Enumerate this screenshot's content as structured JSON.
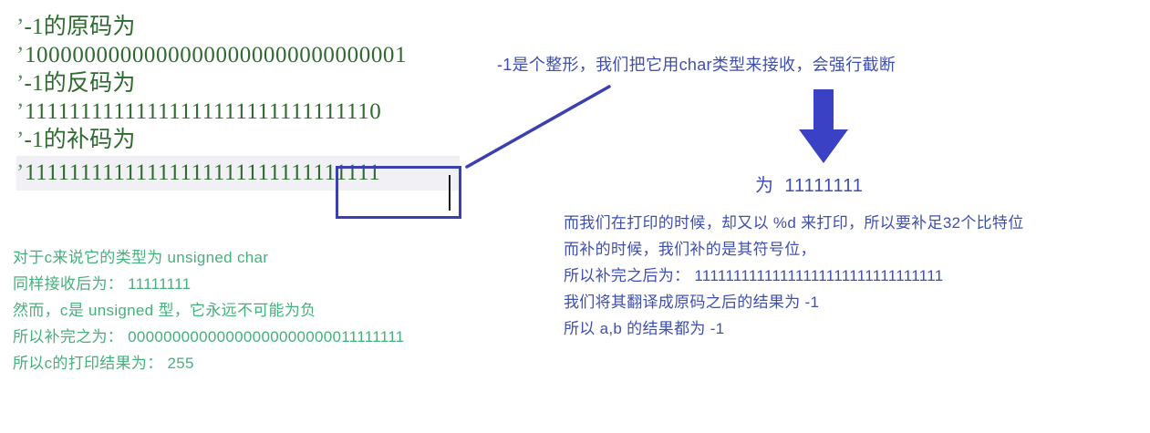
{
  "code_block": {
    "lines": [
      {
        "tick": "’",
        "text": "-1的原码为",
        "kind": "label"
      },
      {
        "tick": "’",
        "text": "10000000000000000000000000000001",
        "kind": "bits"
      },
      {
        "tick": "’",
        "text": "-1的反码为",
        "kind": "label"
      },
      {
        "tick": "’",
        "text": "11111111111111111111111111111110",
        "kind": "bits"
      },
      {
        "tick": "’",
        "text": "-1的补码为",
        "kind": "label"
      },
      {
        "tick": "’",
        "text": "11111111111111111111111111111111",
        "kind": "bits-highlight"
      }
    ]
  },
  "annotations": {
    "top_note": "-1是个整形，我们把它用char类型来接收，会强行截断",
    "result_prefix": "为",
    "result_value": "11111111"
  },
  "left_notes": {
    "lines": [
      "对于c来说它的类型为 unsigned char",
      "同样接收后为： 11111111",
      "然而，c是 unsigned 型，它永远不可能为负",
      "所以补完之为： 00000000000000000000000011111111",
      "所以c的打印结果为： 255"
    ]
  },
  "right_notes": {
    "lines": [
      "而我们在打印的时候，却又以 %d 来打印，所以要补足32个比特位",
      "而补的时候，我们补的是其符号位，",
      "所以补完之后为： 11111111111111111111111111111111",
      "我们将其翻译成原码之后的结果为 -1",
      "所以 a,b 的结果都为 -1"
    ]
  },
  "icons": {
    "down_arrow": "down-arrow-icon",
    "selection_box": "selection-rectangle",
    "caret": "text-caret",
    "leader_line": "callout-leader-line"
  },
  "colors": {
    "code_green": "#2f6b30",
    "note_green": "#46b07c",
    "annotation_blue": "#3f4faf",
    "box_blue": "#3b40b0",
    "arrow_blue": "#3b41c4",
    "highlight_row": "#f1f1f5"
  }
}
